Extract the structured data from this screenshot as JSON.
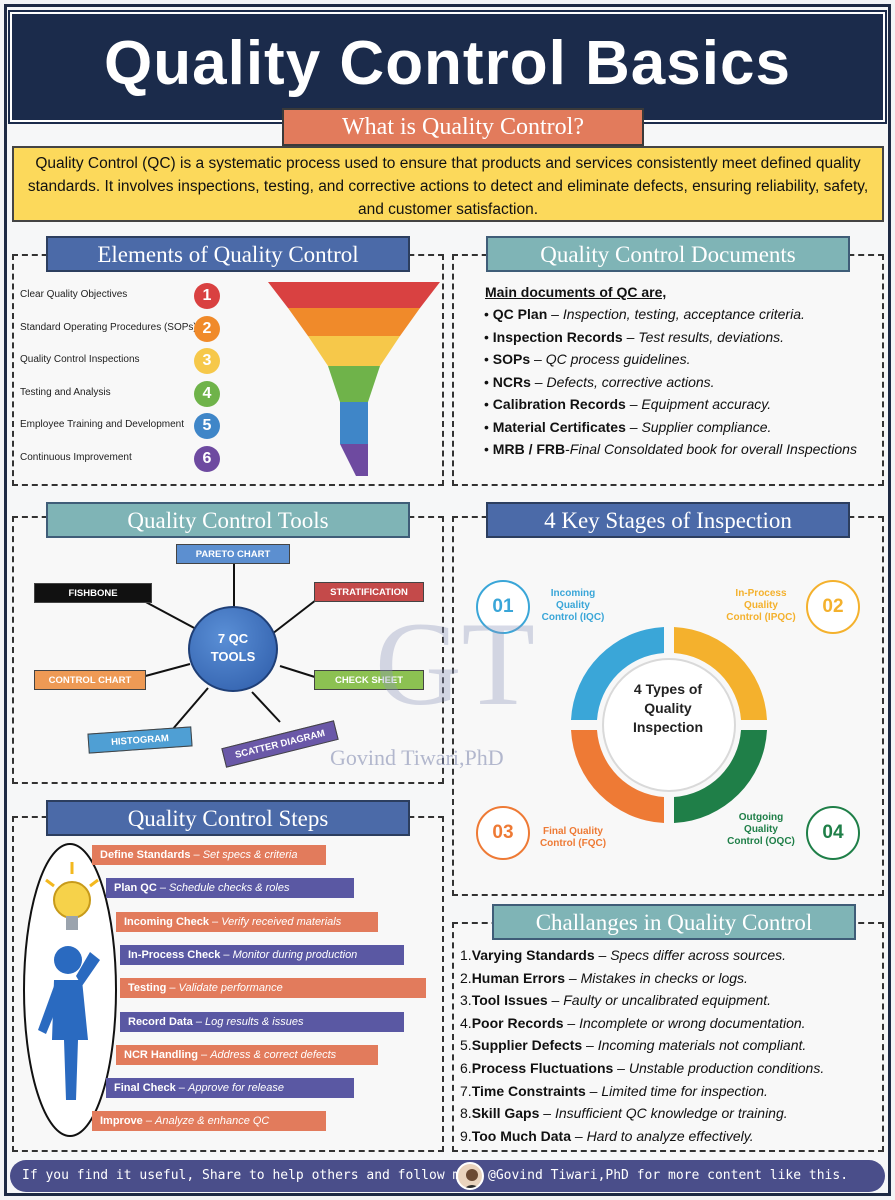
{
  "title": "Quality Control Basics",
  "what": {
    "label": "What is Quality Control?",
    "text": "Quality Control (QC) is a systematic process used to ensure that products and services consistently meet defined quality standards. It involves inspections, testing, and corrective actions to detect and eliminate defects, ensuring reliability, safety, and customer satisfaction."
  },
  "elements": {
    "heading": "Elements of Quality Control",
    "items": [
      {
        "num": "1",
        "label": "Clear Quality Objectives",
        "color": "#d94141"
      },
      {
        "num": "2",
        "label": "Standard Operating Procedures (SOPs)",
        "color": "#f08a2a"
      },
      {
        "num": "3",
        "label": "Quality Control Inspections",
        "color": "#f6c84a"
      },
      {
        "num": "4",
        "label": "Testing and Analysis",
        "color": "#6fb34a"
      },
      {
        "num": "5",
        "label": "Employee Training and Development",
        "color": "#3f86c8"
      },
      {
        "num": "6",
        "label": "Continuous Improvement",
        "color": "#6e4aa0"
      }
    ]
  },
  "documents": {
    "heading": "Quality Control Documents",
    "subheading": "Main documents of QC are,",
    "items": [
      {
        "name": "QC Plan",
        "desc": "Inspection, testing, acceptance criteria."
      },
      {
        "name": "Inspection Records",
        "desc": "Test results, deviations."
      },
      {
        "name": "SOPs",
        "desc": "QC process guidelines."
      },
      {
        "name": "NCRs",
        "desc": "Defects, corrective actions."
      },
      {
        "name": "Calibration Records",
        "desc": "Equipment accuracy."
      },
      {
        "name": "Material Certificates",
        "desc": "Supplier compliance."
      },
      {
        "name": "MRB / FRB",
        "desc": "Final Consoldated book for overall Inspections"
      }
    ]
  },
  "tools": {
    "heading": "Quality Control Tools",
    "hub_line1": "7 QC",
    "hub_line2": "TOOLS",
    "items": {
      "pareto": "PARETO CHART",
      "fishbone": "FISHBONE",
      "stratification": "STRATIFICATION",
      "control": "CONTROL CHART",
      "check": "CHECK SHEET",
      "histogram": "HISTOGRAM",
      "scatter": "SCATTER DIAGRAM"
    }
  },
  "stages": {
    "heading": "4 Key Stages of Inspection",
    "center": [
      "4 Types of",
      "Quality",
      "Inspection"
    ],
    "items": [
      {
        "num": "01",
        "l1": "Incoming",
        "l2": "Quality",
        "l3": "Control (IQC)",
        "color": "#3aa6d8"
      },
      {
        "num": "02",
        "l1": "In-Process",
        "l2": "Quality",
        "l3": "Control (IPQC)",
        "color": "#f4b12d"
      },
      {
        "num": "03",
        "l1": "Final Quality",
        "l2": "Control (FQC)",
        "l3": "",
        "color": "#ee7a35"
      },
      {
        "num": "04",
        "l1": "Outgoing",
        "l2": "Quality",
        "l3": "Control (OQC)",
        "color": "#1f7f48"
      }
    ]
  },
  "steps": {
    "heading": "Quality Control Steps",
    "items": [
      {
        "name": "Define Standards",
        "desc": "Set specs & criteria",
        "color": "#e27b5c"
      },
      {
        "name": "Plan QC",
        "desc": "Schedule checks & roles",
        "color": "#5a58a3"
      },
      {
        "name": "Incoming Check",
        "desc": "Verify received materials",
        "color": "#e27b5c"
      },
      {
        "name": "In-Process Check",
        "desc": "Monitor during production",
        "color": "#5a58a3"
      },
      {
        "name": "Testing",
        "desc": "Validate performance",
        "color": "#e27b5c"
      },
      {
        "name": "Record Data",
        "desc": "Log results & issues",
        "color": "#5a58a3"
      },
      {
        "name": "NCR Handling",
        "desc": "Address & correct defects",
        "color": "#e27b5c"
      },
      {
        "name": "Final Check",
        "desc": "Approve for release",
        "color": "#5a58a3"
      },
      {
        "name": "Improve",
        "desc": "Analyze & enhance QC",
        "color": "#e27b5c"
      }
    ]
  },
  "challenges": {
    "heading": "Challanges in Quality Control",
    "items": [
      {
        "n": "1.",
        "name": "Varying Standards",
        "desc": "Specs differ across sources."
      },
      {
        "n": "2.",
        "name": "Human Errors",
        "desc": "Mistakes in checks or logs."
      },
      {
        "n": "3.",
        "name": "Tool Issues",
        "desc": "Faulty or uncalibrated equipment."
      },
      {
        "n": "4.",
        "name": "Poor Records",
        "desc": "Incomplete or wrong documentation."
      },
      {
        "n": "5.",
        "name": "Supplier Defects",
        "desc": "Incoming materials not compliant."
      },
      {
        "n": "6.",
        "name": "Process Fluctuations",
        "desc": "Unstable production conditions."
      },
      {
        "n": "7.",
        "name": "Time Constraints",
        "desc": "Limited time for inspection."
      },
      {
        "n": "8.",
        "name": "Skill Gaps",
        "desc": "Insufficient QC knowledge or training."
      },
      {
        "n": "9.",
        "name": "Too Much Data",
        "desc": "Hard to analyze effectively."
      }
    ]
  },
  "footer": {
    "left": "If you find it useful, Share to help others and follow me",
    "right": "@Govind Tiwari,PhD for more content like this."
  },
  "watermark": {
    "letters": "GT",
    "text": "Govind Tiwari,PhD"
  }
}
